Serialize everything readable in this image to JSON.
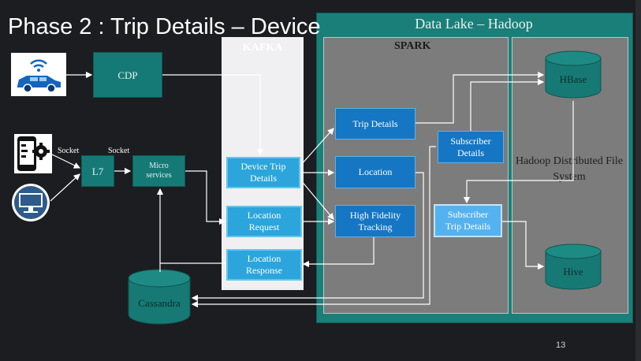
{
  "title": "Phase 2 : Trip Details – Device",
  "data_lake": {
    "title": "Data Lake – Hadoop"
  },
  "kafka": {
    "title": "KAFKA",
    "device_trip_details": "Device Trip Details",
    "location_request": "Location Request",
    "location_response": "Location Response"
  },
  "spark": {
    "title": "SPARK",
    "trip_details": "Trip Details",
    "location": "Location",
    "high_fidelity_tracking": "High Fidelity Tracking",
    "subscriber_details": "Subscriber Details",
    "subscriber_trip_details": "Subscriber Trip Details"
  },
  "hadoop": {
    "hbase": "HBase",
    "hive": "Hive",
    "hdfs_label": "Hadoop Distributed File System"
  },
  "left": {
    "cdp": "CDP",
    "l7": "L7",
    "microservices": "Micro services",
    "socket_1": "Socket",
    "socket_2": "Socket",
    "cassandra": "Cassandra"
  },
  "icons": [
    "connected-car-icon",
    "mobile-settings-icon",
    "monitor-icon"
  ],
  "page_number": "13",
  "colors": {
    "background": "#1c1d20",
    "data_lake": "#1b7f79",
    "spark_panel": "#7c7c7c",
    "kafka_panel": "#f0f0f2",
    "teal_node": "#157a76",
    "kafka_node": "#2ba5dc",
    "spark_node": "#1576c4",
    "subscriber_trip_node": "#55b2f0"
  }
}
